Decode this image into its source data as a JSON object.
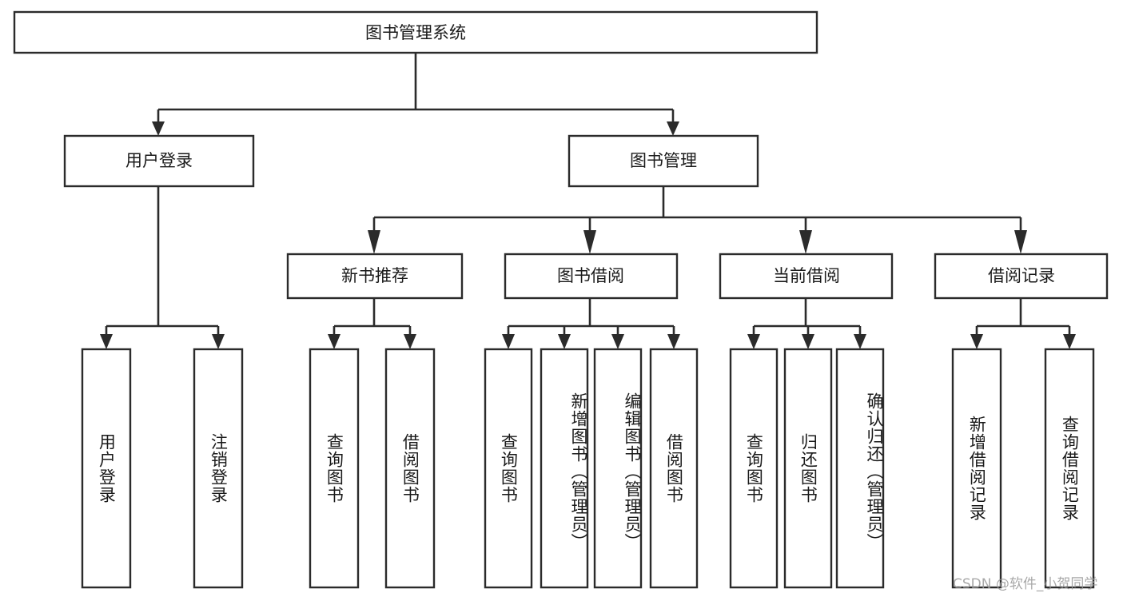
{
  "diagram": {
    "title": "图书管理系统",
    "type": "hierarchy-tree",
    "watermark": "CSDN @软件_小贺同学",
    "colors": {
      "stroke": "#2b2b2b",
      "box_fill": "#ffffff",
      "text": "#1a1a1a",
      "background": "#ffffff",
      "watermark": "#9a9a9a"
    },
    "levels": {
      "root": {
        "label": "图书管理系统"
      },
      "modules": [
        {
          "label": "用户登录"
        },
        {
          "label": "图书管理"
        }
      ],
      "submodules": [
        {
          "label": "新书推荐"
        },
        {
          "label": "图书借阅"
        },
        {
          "label": "当前借阅"
        },
        {
          "label": "借阅记录"
        }
      ],
      "leaves": [
        {
          "label": "用户登录",
          "parent": "用户登录"
        },
        {
          "label": "注销登录",
          "parent": "用户登录"
        },
        {
          "label": "查询图书",
          "parent": "新书推荐"
        },
        {
          "label": "借阅图书",
          "parent": "新书推荐"
        },
        {
          "label": "查询图书",
          "parent": "图书借阅"
        },
        {
          "label": "新增图书（管理员）",
          "parent": "图书借阅"
        },
        {
          "label": "编辑图书（管理员）",
          "parent": "图书借阅"
        },
        {
          "label": "借阅图书",
          "parent": "图书借阅"
        },
        {
          "label": "查询图书",
          "parent": "当前借阅"
        },
        {
          "label": "归还图书",
          "parent": "当前借阅"
        },
        {
          "label": "确认归还（管理员）",
          "parent": "当前借阅"
        },
        {
          "label": "新增借阅记录",
          "parent": "借阅记录"
        },
        {
          "label": "查询借阅记录",
          "parent": "借阅记录"
        }
      ]
    }
  }
}
